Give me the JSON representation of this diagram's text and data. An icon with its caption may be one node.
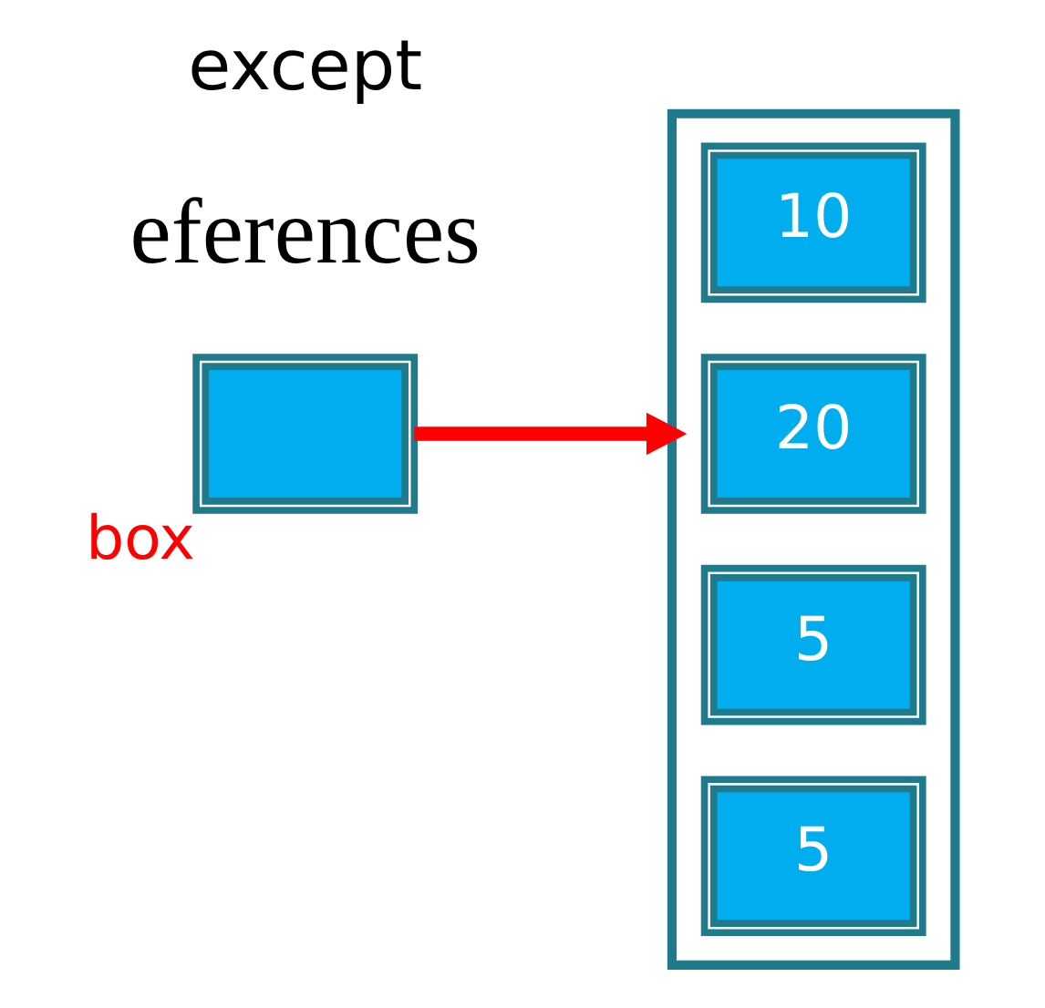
{
  "diagram": {
    "nodes": [
      {
        "text": [],
        "shape": "box",
        "beside": [
          "box"
        ]
      },
      {
        "text": [],
        "shape": "box"
      },
      {
        "text": [
          "10"
        ],
        "in": 1
      },
      {
        "text": [
          "20"
        ],
        "in": 1
      },
      {
        "text": [
          "5"
        ],
        "in": 1
      },
      {
        "text": [
          "5"
        ],
        "in": 1
      }
    ],
    "edges": [
      {
        "from": 0,
        "to": 1,
        "arrow": "to",
        "color": "#ff0000"
      }
    ],
    "labels": [
      "eferences",
      "except"
    ]
  }
}
